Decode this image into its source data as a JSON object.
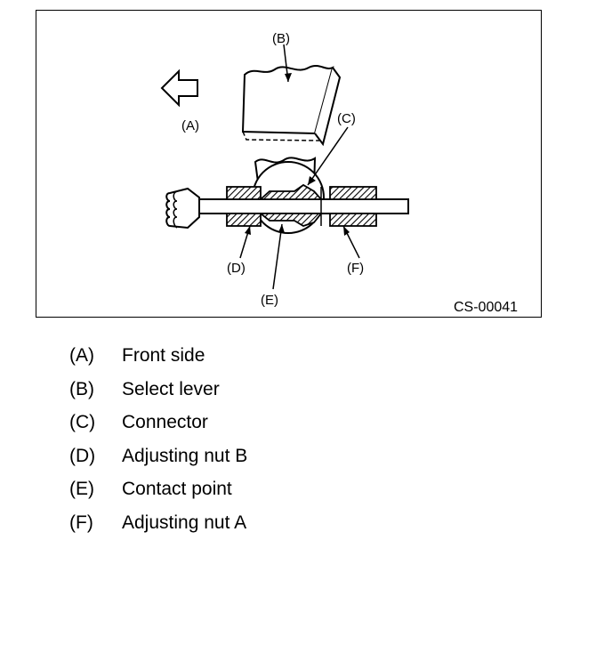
{
  "figure": {
    "labels": {
      "A": "(A)",
      "B": "(B)",
      "C": "(C)",
      "D": "(D)",
      "E": "(E)",
      "F": "(F)"
    },
    "code": "CS-00041"
  },
  "legend": [
    {
      "key": "(A)",
      "text": "Front side"
    },
    {
      "key": "(B)",
      "text": "Select lever"
    },
    {
      "key": "(C)",
      "text": "Connector"
    },
    {
      "key": "(D)",
      "text": "Adjusting nut B"
    },
    {
      "key": "(E)",
      "text": "Contact point"
    },
    {
      "key": "(F)",
      "text": "Adjusting nut A"
    }
  ]
}
